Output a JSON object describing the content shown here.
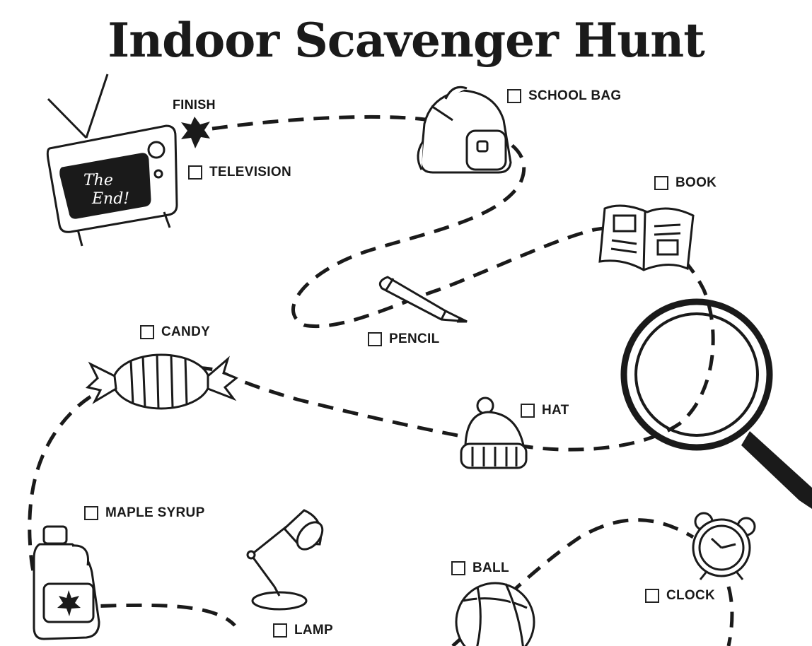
{
  "title": "Indoor Scavenger Hunt",
  "finish_label": "FINISH",
  "tv_screen_text": {
    "line1": "The",
    "line2": "End!"
  },
  "items": [
    {
      "id": "school-bag",
      "label": "SCHOOL BAG",
      "checked": false
    },
    {
      "id": "television",
      "label": "TELEVISION",
      "checked": false
    },
    {
      "id": "book",
      "label": "BOOK",
      "checked": false
    },
    {
      "id": "candy",
      "label": "CANDY",
      "checked": false
    },
    {
      "id": "pencil",
      "label": "PENCIL",
      "checked": false
    },
    {
      "id": "hat",
      "label": "HAT",
      "checked": false
    },
    {
      "id": "maple-syrup",
      "label": "MAPLE SYRUP",
      "checked": false
    },
    {
      "id": "ball",
      "label": "BALL",
      "checked": false
    },
    {
      "id": "clock",
      "label": "CLOCK",
      "checked": false
    },
    {
      "id": "lamp",
      "label": "LAMP",
      "checked": false
    }
  ],
  "colors": {
    "ink": "#1a1a1a",
    "paper": "#ffffff"
  }
}
